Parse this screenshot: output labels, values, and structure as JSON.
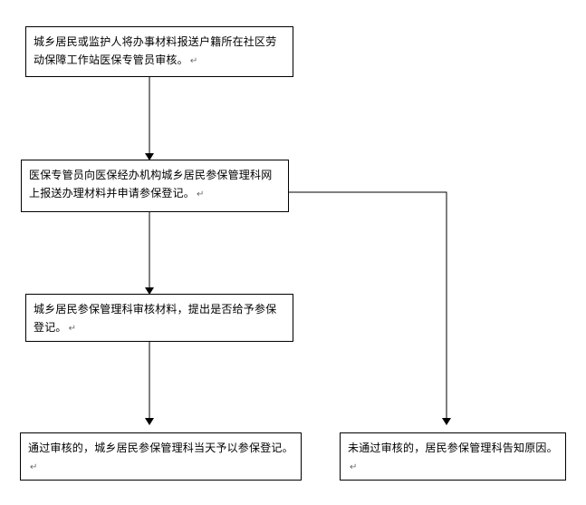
{
  "flow": {
    "box1": {
      "text": "城乡居民或监护人将办事材料报送户籍所在社区劳动保障工作站医保专管员审核。"
    },
    "box2": {
      "text": "医保专管员向医保经办机构城乡居民参保管理科网上报送办理材料并申请参保登记。"
    },
    "box3": {
      "text": "城乡居民参保管理科审核材料，提出是否给予参保登记。"
    },
    "box4": {
      "text": "通过审核的，城乡居民参保管理科当天予以参保登记。"
    },
    "box5": {
      "text": "未通过审核的，居民参保管理科告知原因。"
    },
    "paragraph_mark": "↵"
  }
}
